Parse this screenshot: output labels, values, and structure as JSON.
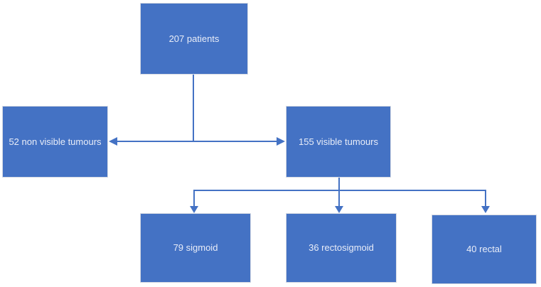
{
  "diagram": {
    "type": "flowchart",
    "nodes": {
      "patients": {
        "label": "207 patients"
      },
      "non_visible": {
        "label": "52 non visible tumours"
      },
      "visible": {
        "label": "155 visible tumours"
      },
      "sigmoid": {
        "label": "79 sigmoid"
      },
      "rectosigmoid": {
        "label": "36 rectosigmoid"
      },
      "rectal": {
        "label": "40 rectal"
      }
    },
    "edges": [
      {
        "from": "patients",
        "to": "non_visible",
        "style": "arrow"
      },
      {
        "from": "patients",
        "to": "visible",
        "style": "arrow"
      },
      {
        "from": "visible",
        "to": "sigmoid",
        "style": "arrow"
      },
      {
        "from": "visible",
        "to": "rectosigmoid",
        "style": "arrow"
      },
      {
        "from": "visible",
        "to": "rectal",
        "style": "arrow"
      }
    ],
    "colors": {
      "node_fill": "#4472C4",
      "node_border": "#D6DAE3",
      "node_text": "#E9EDF8",
      "connector": "#4472C4",
      "background": "#FFFFFF"
    }
  }
}
